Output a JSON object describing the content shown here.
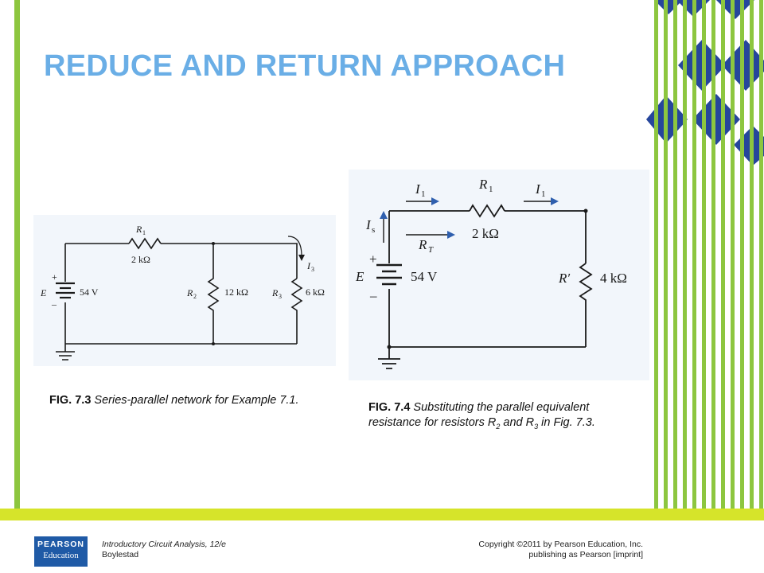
{
  "slide": {
    "title": "REDUCE AND RETURN APPROACH",
    "title_color": "#6aaee6",
    "accent_green": "#8dc63f",
    "accent_blue": "#26469c",
    "bar_yellow": "#d6e42a"
  },
  "fig73": {
    "r1": "R",
    "r1_sub": "1",
    "r1_value": "2 kΩ",
    "source_label": "E",
    "source_value": "54 V",
    "plus": "+",
    "minus": "–",
    "r2": "R",
    "r2_sub": "2",
    "r2_value": "12 kΩ",
    "r3": "R",
    "r3_sub": "3",
    "r3_value": "6 kΩ",
    "current": "I",
    "current_sub": "3"
  },
  "fig74": {
    "i1_left": "I",
    "i1_left_sub": "1",
    "r1": "R",
    "r1_sub": "1",
    "r1_value": "2 kΩ",
    "i1_right": "I",
    "i1_right_sub": "1",
    "is": "I",
    "is_sub": "s",
    "rt": "R",
    "rt_sub": "T",
    "source_label": "E",
    "source_value": "54 V",
    "plus": "+",
    "minus": "–",
    "rprime": "R′",
    "rprime_value": "4 kΩ"
  },
  "captions": {
    "fig73_num": "FIG. 7.3",
    "fig73_text": " Series-parallel network for Example 7.1.",
    "fig74_num": "FIG. 7.4",
    "fig74_text1": " Substituting the parallel equivalent resistance for resistors R",
    "fig74_sub1": "2",
    "fig74_text2": " and R",
    "fig74_sub2": "3",
    "fig74_text3": " in Fig. 7.3."
  },
  "footer": {
    "logo_line1": "PEARSON",
    "logo_line2": "Education",
    "book_title": "Introductory Circuit Analysis, 12/e",
    "author": "Boylestad",
    "copyright": "Copyright ©2011 by Pearson Education, Inc.",
    "publisher": "publishing as Pearson [imprint]"
  }
}
